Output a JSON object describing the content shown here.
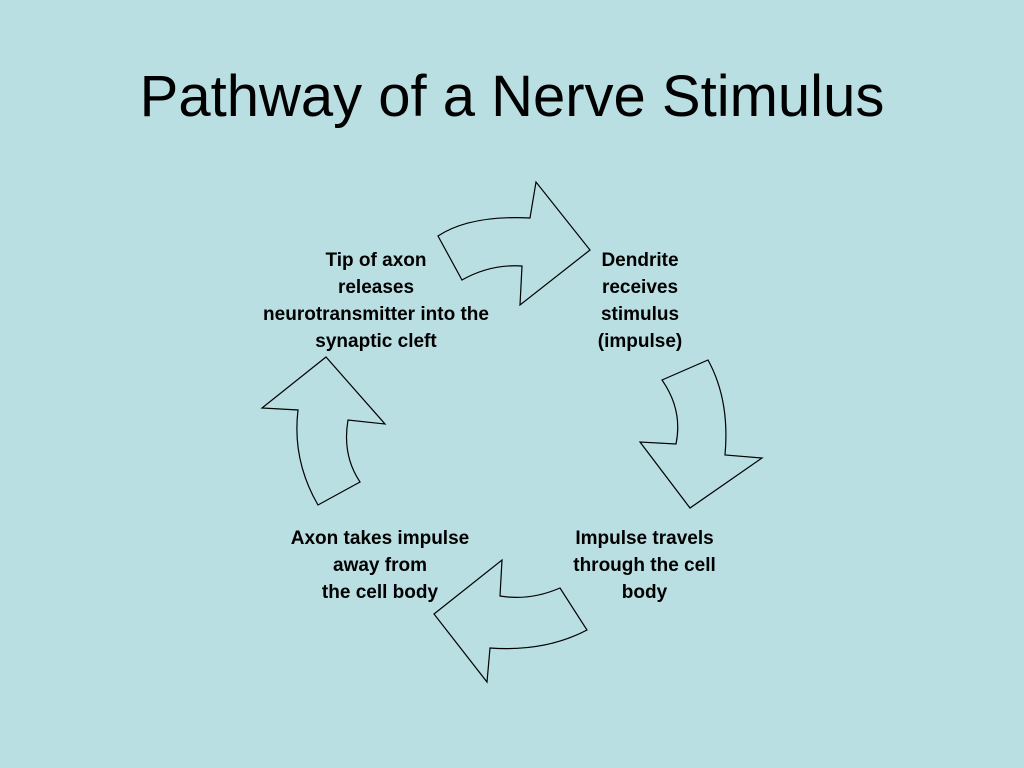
{
  "slide": {
    "title": "Pathway of a Nerve Stimulus"
  },
  "cycle": {
    "steps": [
      {
        "label": "Dendrite\nreceives\nstimulus\n(impulse)"
      },
      {
        "label": "Impulse travels\nthrough the cell\nbody"
      },
      {
        "label": "Axon takes impulse\naway from\nthe cell body"
      },
      {
        "label": "Tip of axon\nreleases\nneurotransmitter into the\nsynaptic cleft"
      }
    ]
  }
}
